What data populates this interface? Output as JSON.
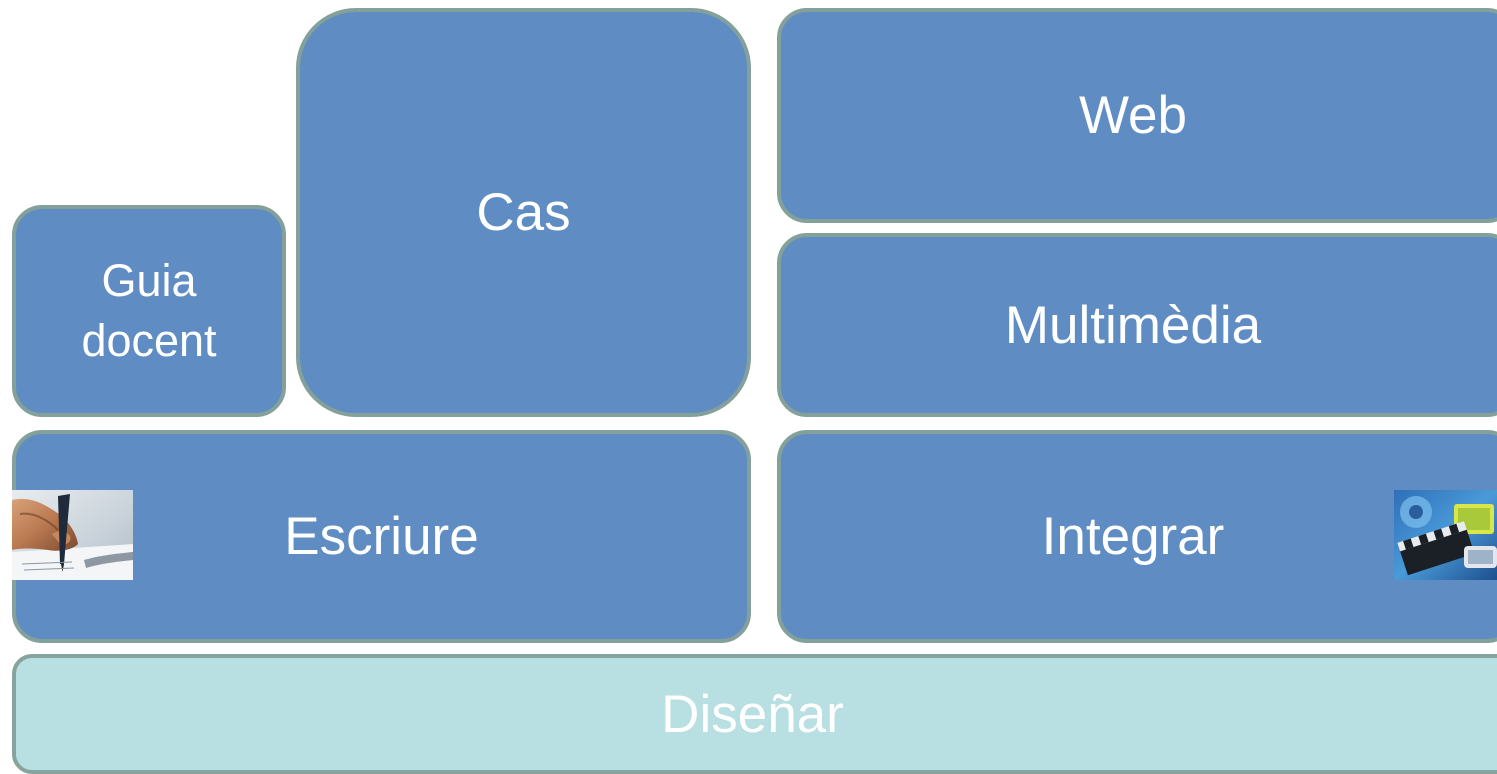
{
  "blocks": {
    "guia_docent": {
      "line1": "Guia",
      "line2": "docent"
    },
    "cas": {
      "label": "Cas"
    },
    "web": {
      "label": "Web"
    },
    "multimedia": {
      "label": "Multimèdia"
    },
    "escriure": {
      "label": "Escriure"
    },
    "integrar": {
      "label": "Integrar"
    },
    "disenar": {
      "label": "Diseñar"
    }
  },
  "images": {
    "writing": {
      "icon": "hand-writing-photo"
    },
    "media": {
      "icon": "multimedia-clapperboard-photo"
    }
  },
  "colors": {
    "block_fill": "#5f8dc3",
    "block_border": "#84a09a",
    "base_fill": "#b8dfe2",
    "text": "#ffffff"
  }
}
